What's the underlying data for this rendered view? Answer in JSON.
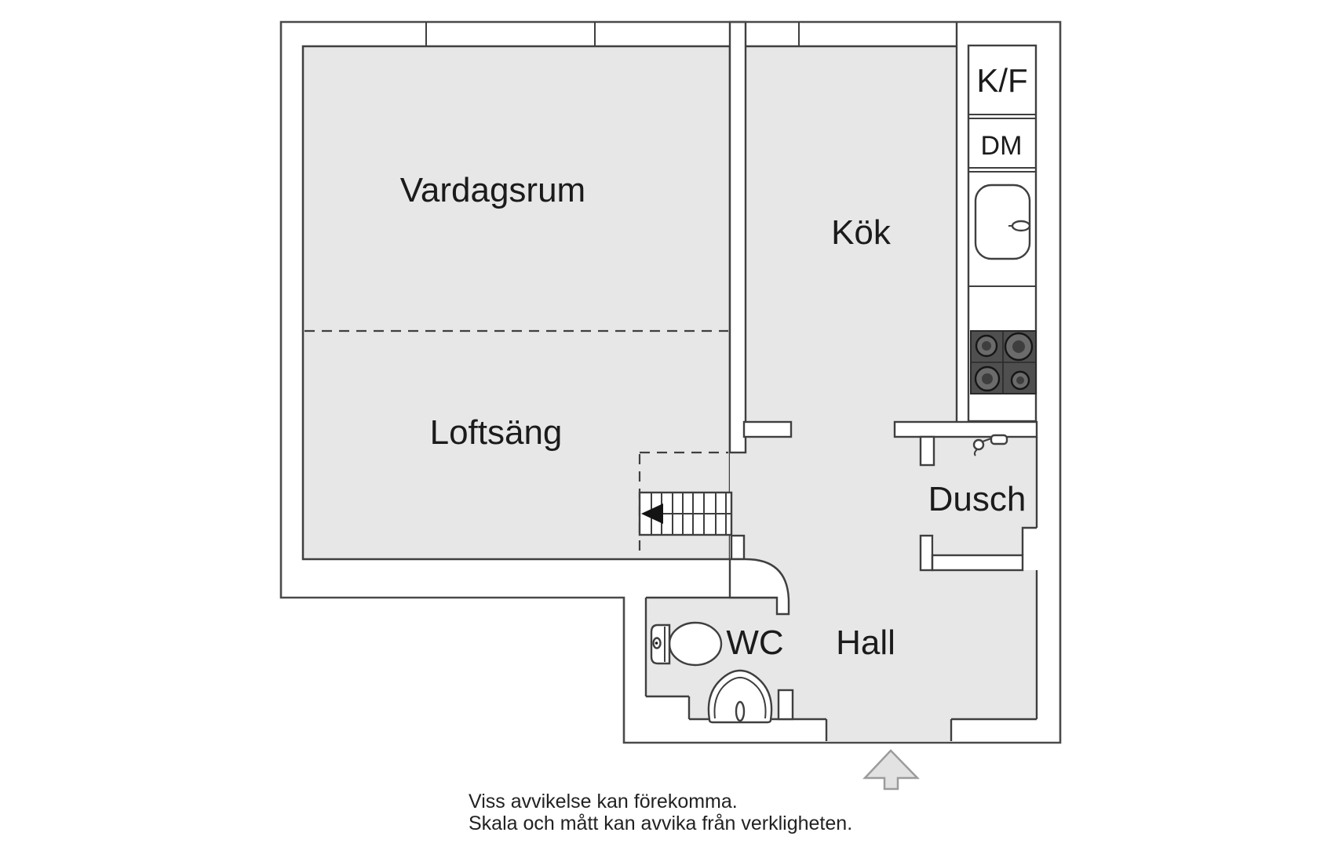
{
  "floorplan": {
    "rooms": {
      "vardagsrum": {
        "label": "Vardagsrum"
      },
      "loftsang": {
        "label": "Loftsäng"
      },
      "kok": {
        "label": "Kök"
      },
      "dusch": {
        "label": "Dusch"
      },
      "wc": {
        "label": "WC"
      },
      "hall": {
        "label": "Hall"
      }
    },
    "appliances": {
      "fridge_freezer": {
        "label": "K/F"
      },
      "dishwasher": {
        "label": "DM"
      }
    },
    "fixtures": [
      "sink-icon",
      "stove-icon",
      "toilet-icon",
      "washbasin-icon",
      "shower-faucet-icon",
      "stairs",
      "stairs-direction-arrow-icon",
      "entrance-arrow-icon",
      "window-ticks"
    ],
    "disclaimer": {
      "line1": "Viss avvikelse kan förekomma.",
      "line2": "Skala och mått kan avvika från verkligheten."
    },
    "colors": {
      "floor": "#e7e7e7",
      "wall_line": "#3f3f3f",
      "outer_line": "#4a4a4a",
      "stove": "#4f4f4f",
      "burner": "#6b6b6b",
      "text": "#1b1b1b",
      "arrow_fill": "#e2e2e2",
      "arrow_stroke": "#9b9b9b",
      "background": "#ffffff"
    }
  }
}
